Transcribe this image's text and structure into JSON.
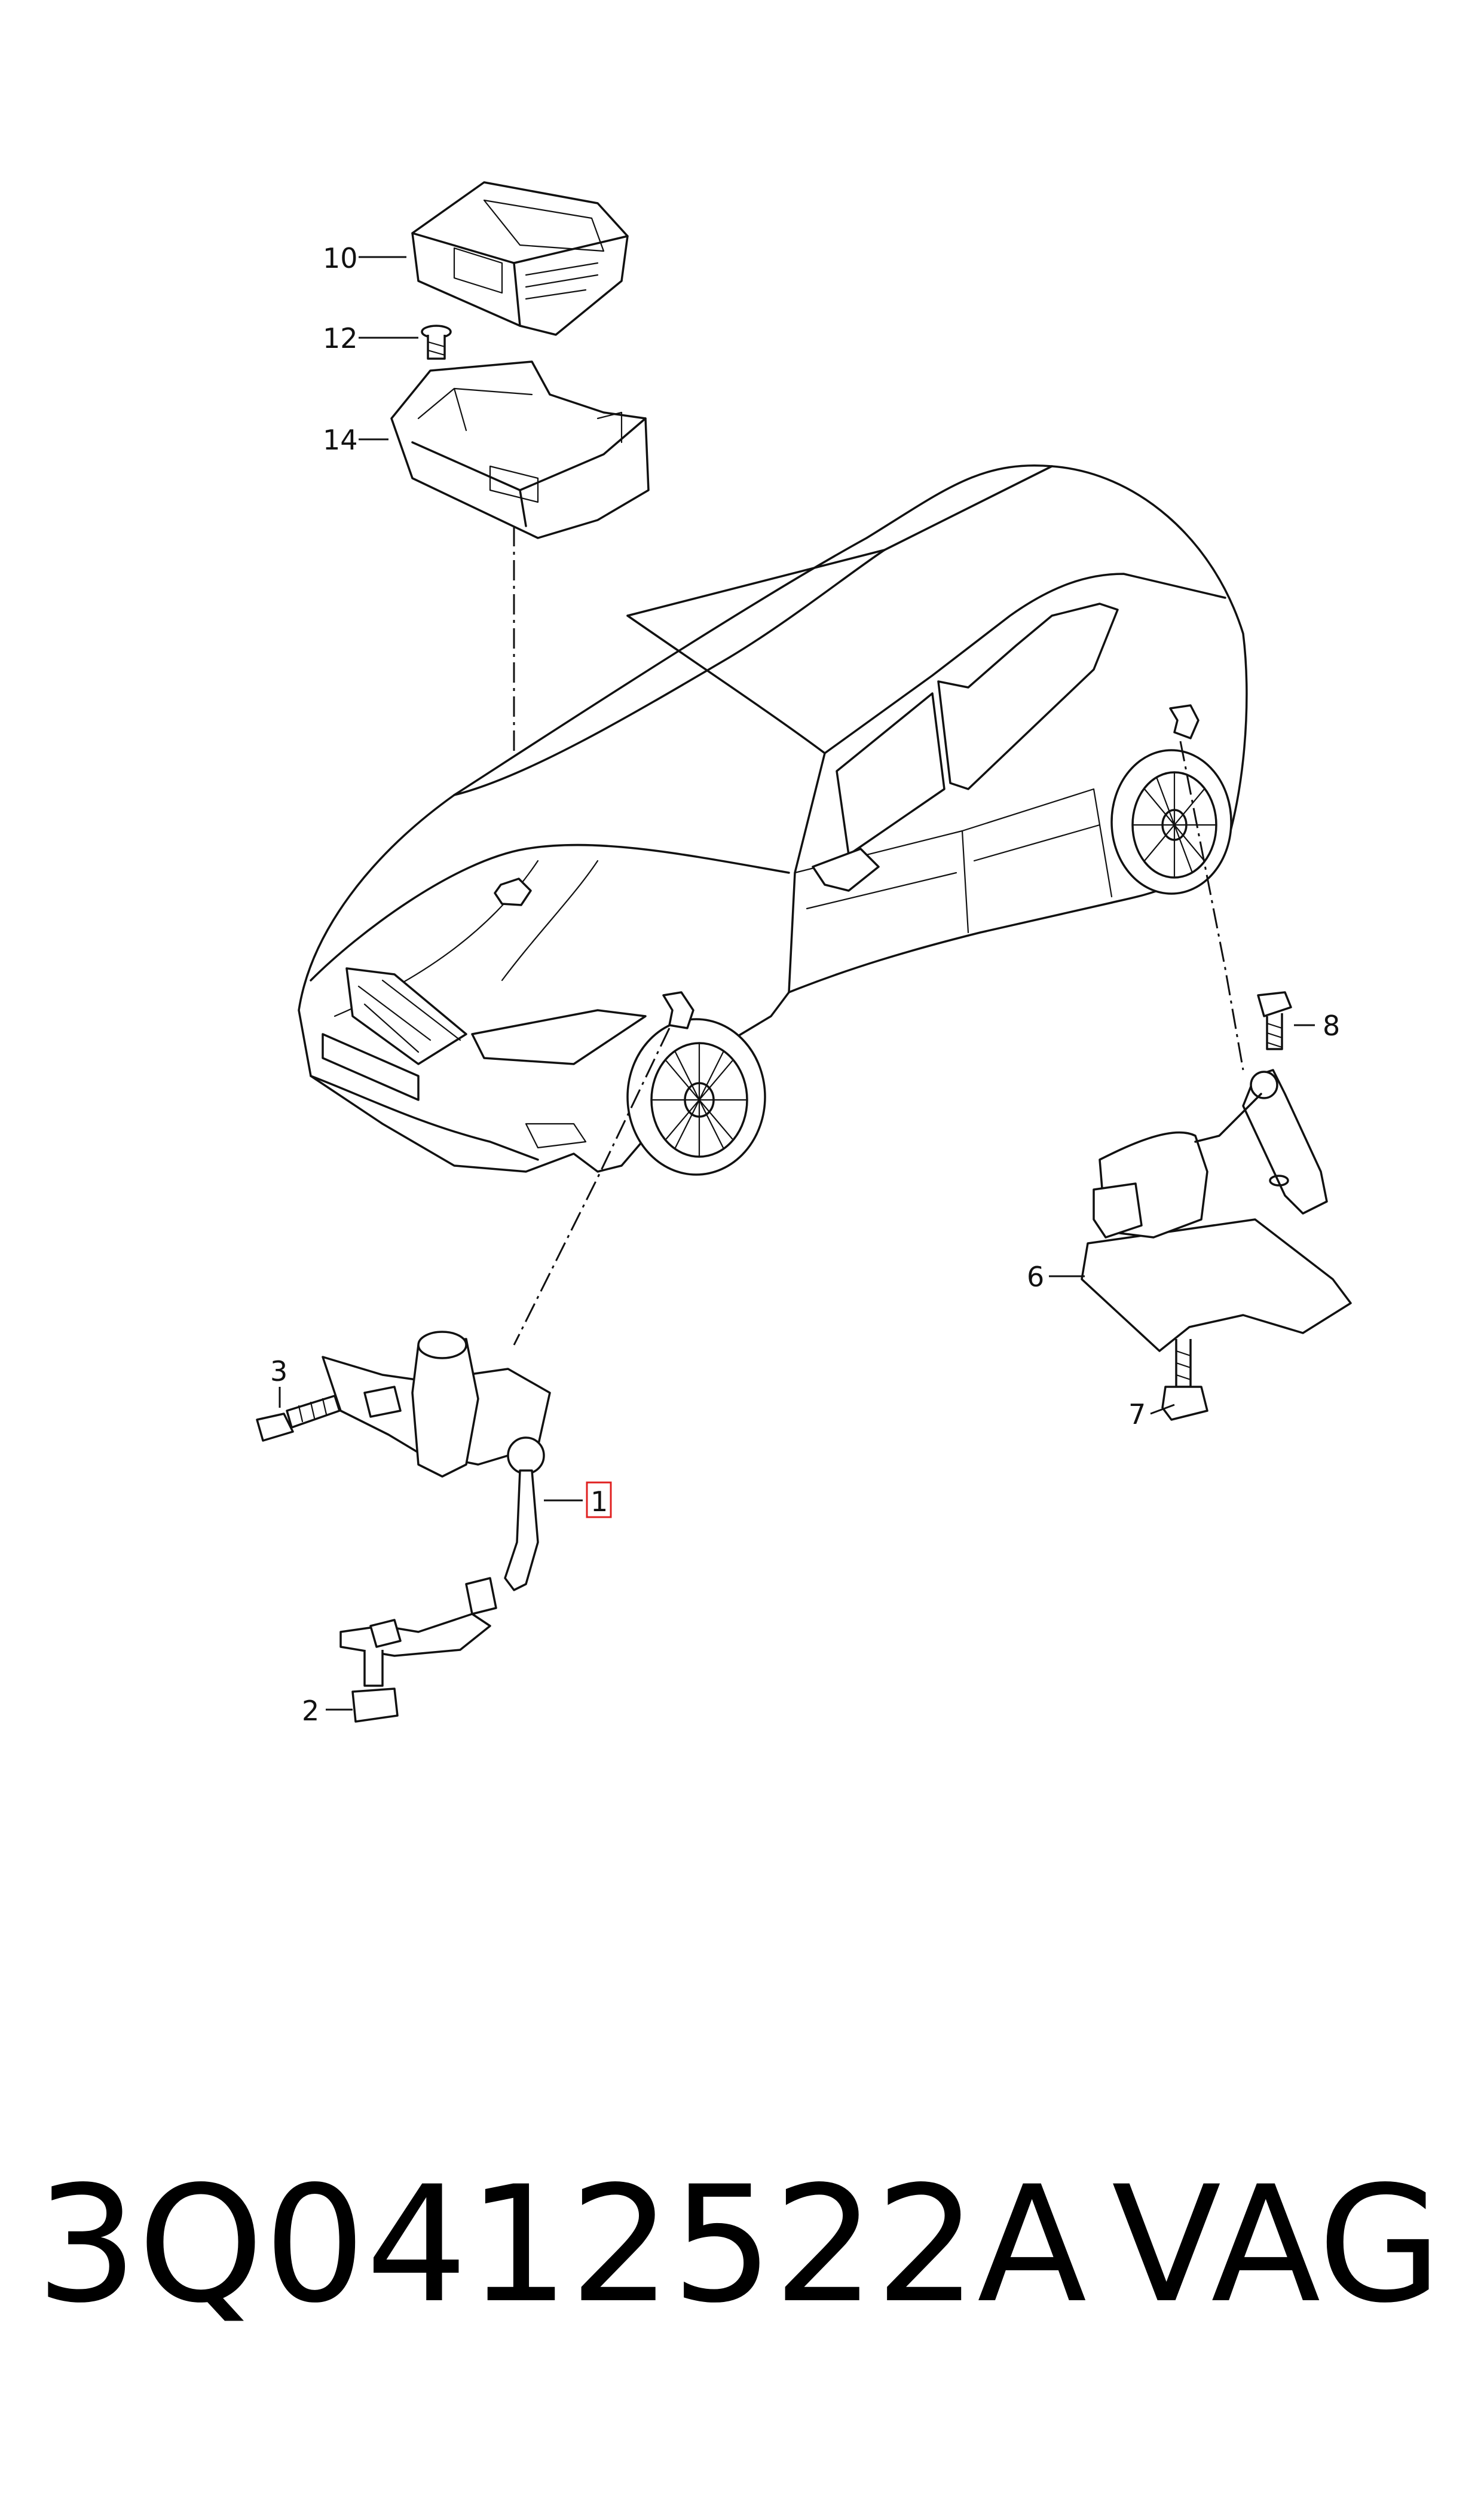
{
  "callouts": {
    "c1": "1",
    "c2": "2",
    "c3": "3",
    "c6": "6",
    "c7": "7",
    "c8": "8",
    "c10": "10",
    "c12": "12",
    "c14": "14"
  },
  "highlighted_callout": "1",
  "colors": {
    "highlight": "#e02020",
    "line": "#111111",
    "background": "#ffffff"
  },
  "footer": {
    "part_number": "3Q0412522A",
    "brand": "VAG"
  }
}
